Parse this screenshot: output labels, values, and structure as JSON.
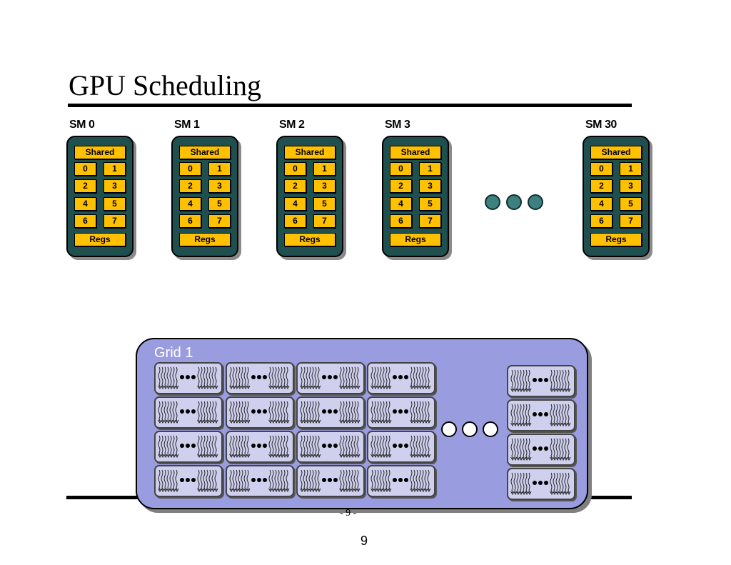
{
  "slide": {
    "title": "GPU Scheduling",
    "page_marker": "- 9 -",
    "slide_number": "9"
  },
  "sms": [
    {
      "label": "SM 0",
      "shared": "Shared",
      "regs": "Regs",
      "slots": [
        "0",
        "1",
        "2",
        "3",
        "4",
        "5",
        "6",
        "7"
      ]
    },
    {
      "label": "SM 1",
      "shared": "Shared",
      "regs": "Regs",
      "slots": [
        "0",
        "1",
        "2",
        "3",
        "4",
        "5",
        "6",
        "7"
      ]
    },
    {
      "label": "SM 2",
      "shared": "Shared",
      "regs": "Regs",
      "slots": [
        "0",
        "1",
        "2",
        "3",
        "4",
        "5",
        "6",
        "7"
      ]
    },
    {
      "label": "SM 3",
      "shared": "Shared",
      "regs": "Regs",
      "slots": [
        "0",
        "1",
        "2",
        "3",
        "4",
        "5",
        "6",
        "7"
      ]
    },
    {
      "label": "SM 30",
      "shared": "Shared",
      "regs": "Regs",
      "slots": [
        "0",
        "1",
        "2",
        "3",
        "4",
        "5",
        "6",
        "7"
      ]
    }
  ],
  "grid": {
    "label": "Grid 1",
    "rows": 4,
    "left_columns": 4,
    "right_columns": 1
  },
  "colors": {
    "sm_body": "#1f4f4f",
    "slot": "#ffc000",
    "grid_fill": "#9a9ce0",
    "block_fill": "#cfd0ee",
    "ellipsis_dot": "#3e7f7f"
  }
}
